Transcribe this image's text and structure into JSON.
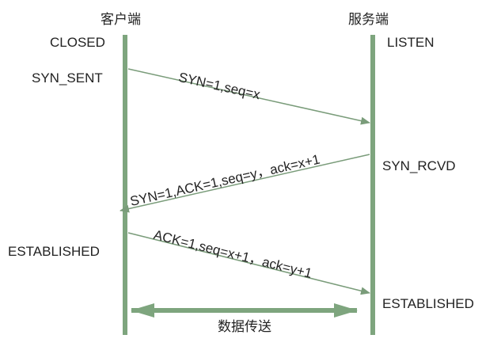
{
  "client": {
    "title": "客户端",
    "states": [
      "CLOSED",
      "SYN_SENT",
      "ESTABLISHED"
    ]
  },
  "server": {
    "title": "服务端",
    "states": [
      "LISTEN",
      "SYN_RCVD",
      "ESTABLISHED"
    ]
  },
  "messages": [
    {
      "label": "SYN=1,seq=x"
    },
    {
      "label": "SYN=1,ACK=1,seq=y，ack=x+1"
    },
    {
      "label": "ACK=1,seq=x+1，ack=y+1"
    }
  ],
  "data_transfer": "数据传送",
  "colors": {
    "lifeline": "#7ea57e",
    "arrow": "#7a9c7a"
  }
}
